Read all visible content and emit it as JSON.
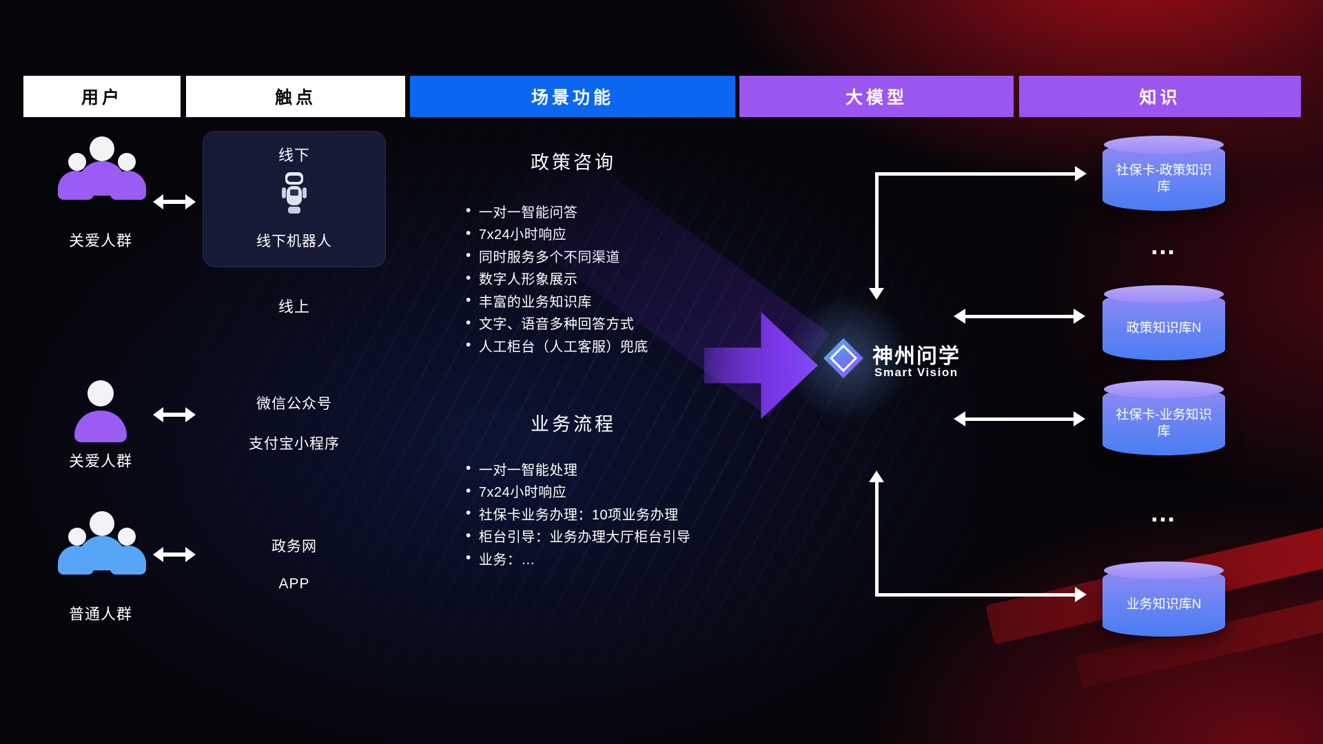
{
  "header": {
    "user": "用户",
    "touchpoint": "触点",
    "scenario": "场景功能",
    "model": "大模型",
    "knowledge": "知识"
  },
  "users": {
    "group1": "关爱人群",
    "single": "关爱人群",
    "group2": "普通人群"
  },
  "touchpoints": {
    "offline": "线下",
    "offline_robot": "线下机器人",
    "online": "线上",
    "wechat": "微信公众号",
    "alipay": "支付宝小程序",
    "gov_web": "政务网",
    "app": "APP"
  },
  "scenario": {
    "policy": {
      "title": "政策咨询",
      "bullets": [
        "一对一智能问答",
        "7x24小时响应",
        "同时服务多个不同渠道",
        "数字人形象展示",
        "丰富的业务知识库",
        "文字、语音多种回答方式",
        "人工柜台（人工客服）兜底"
      ]
    },
    "process": {
      "title": "业务流程",
      "bullets": [
        "一对一智能处理",
        "7x24小时响应",
        "社保卡业务办理：10项业务办理",
        "柜台引导：业务办理大厅柜台引导",
        "业务：…"
      ]
    }
  },
  "model": {
    "brand": "神州问学",
    "brand_sub": "Smart Vision"
  },
  "knowledge": {
    "db1": "社保卡-政策知识库",
    "dots1": "…",
    "db2": "政策知识库N",
    "db3": "社保卡-业务知识库",
    "dots2": "…",
    "db4": "业务知识库N"
  },
  "colors": {
    "header_blue": "#0b67f0",
    "header_purple": "#9b55f0",
    "accent_purple": "#7c3aed",
    "people_purple": "#9a5cf2",
    "people_blue": "#57a5f7",
    "cylinder_top": "#a79bf7",
    "cylinder_body": "#5b80f3"
  }
}
